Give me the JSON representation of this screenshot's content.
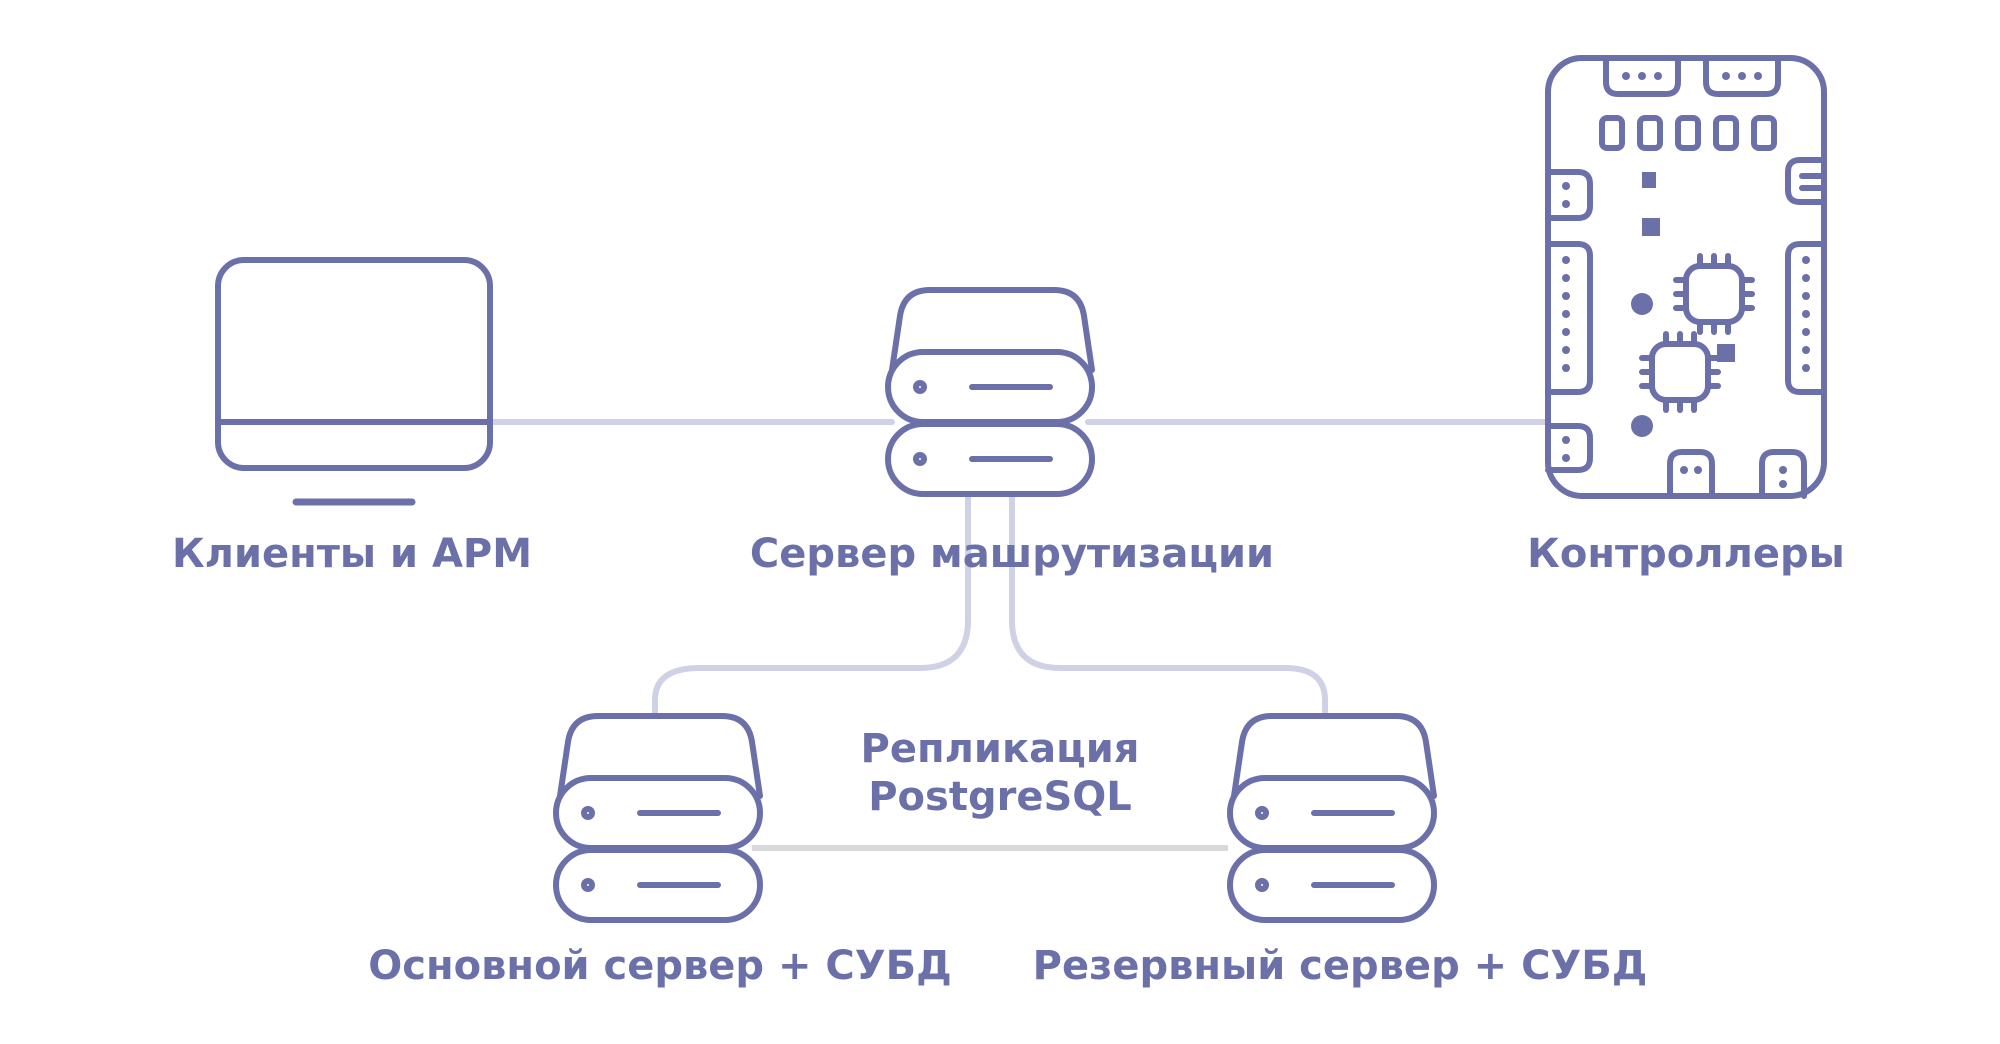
{
  "colors": {
    "stroke": "#6b70a8",
    "connector": "#cfd2e6",
    "replication_line": "#d9d9d9",
    "text": "#6b70a8"
  },
  "nodes": {
    "clients": {
      "label": "Клиенты и АРМ",
      "icon": "monitor-icon"
    },
    "router": {
      "label": "Сервер машрутизации",
      "icon": "server-stack-icon"
    },
    "controllers": {
      "label": "Контроллеры",
      "icon": "controller-board-icon"
    },
    "primary": {
      "label": "Основной сервер + СУБД",
      "icon": "server-stack-icon"
    },
    "backup": {
      "label": "Резервный сервер + СУБД",
      "icon": "server-stack-icon"
    }
  },
  "replication": {
    "line1": "Репликация",
    "line2": "PostgreSQL"
  }
}
